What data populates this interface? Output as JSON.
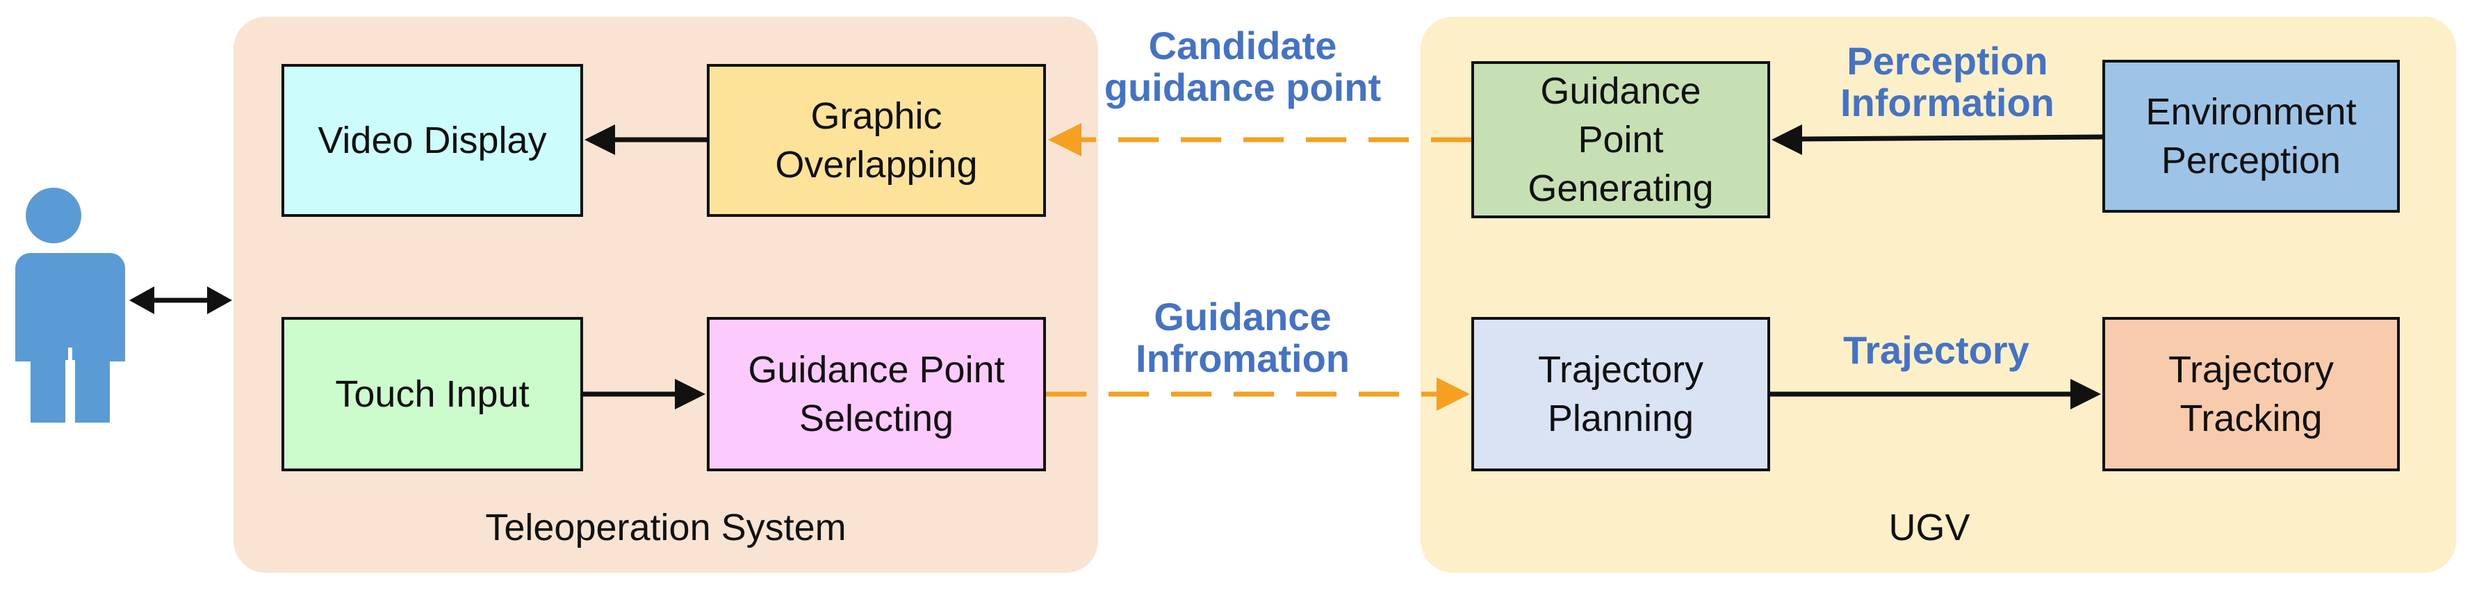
{
  "colors": {
    "teleop_panel": "#f9e3d3",
    "ugv_panel": "#fdf0c9",
    "flow_label": "#4472c4",
    "dashed_arrow": "#f5a020",
    "solid_arrow": "#111111",
    "operator": "#5b9bd5"
  },
  "operator": {
    "icon": "person-icon"
  },
  "teleoperation_system": {
    "label": "Teleoperation System",
    "video_display": "Video Display",
    "graphic_overlapping": "Graphic\nOverlapping",
    "touch_input": "Touch Input",
    "guidance_point_selecting": "Guidance Point\nSelecting"
  },
  "ugv": {
    "label": "UGV",
    "guidance_point_generating": "Guidance\nPoint\nGenerating",
    "environment_perception": "Environment\nPerception",
    "trajectory_planning": "Trajectory\nPlanning",
    "trajectory_tracking": "Trajectory\nTracking"
  },
  "flows": {
    "candidate_guidance_point": "Candidate\nguidance point",
    "guidance_information": "Guidance\nInfromation",
    "perception_information": "Perception\nInformation",
    "trajectory": "Trajectory"
  }
}
